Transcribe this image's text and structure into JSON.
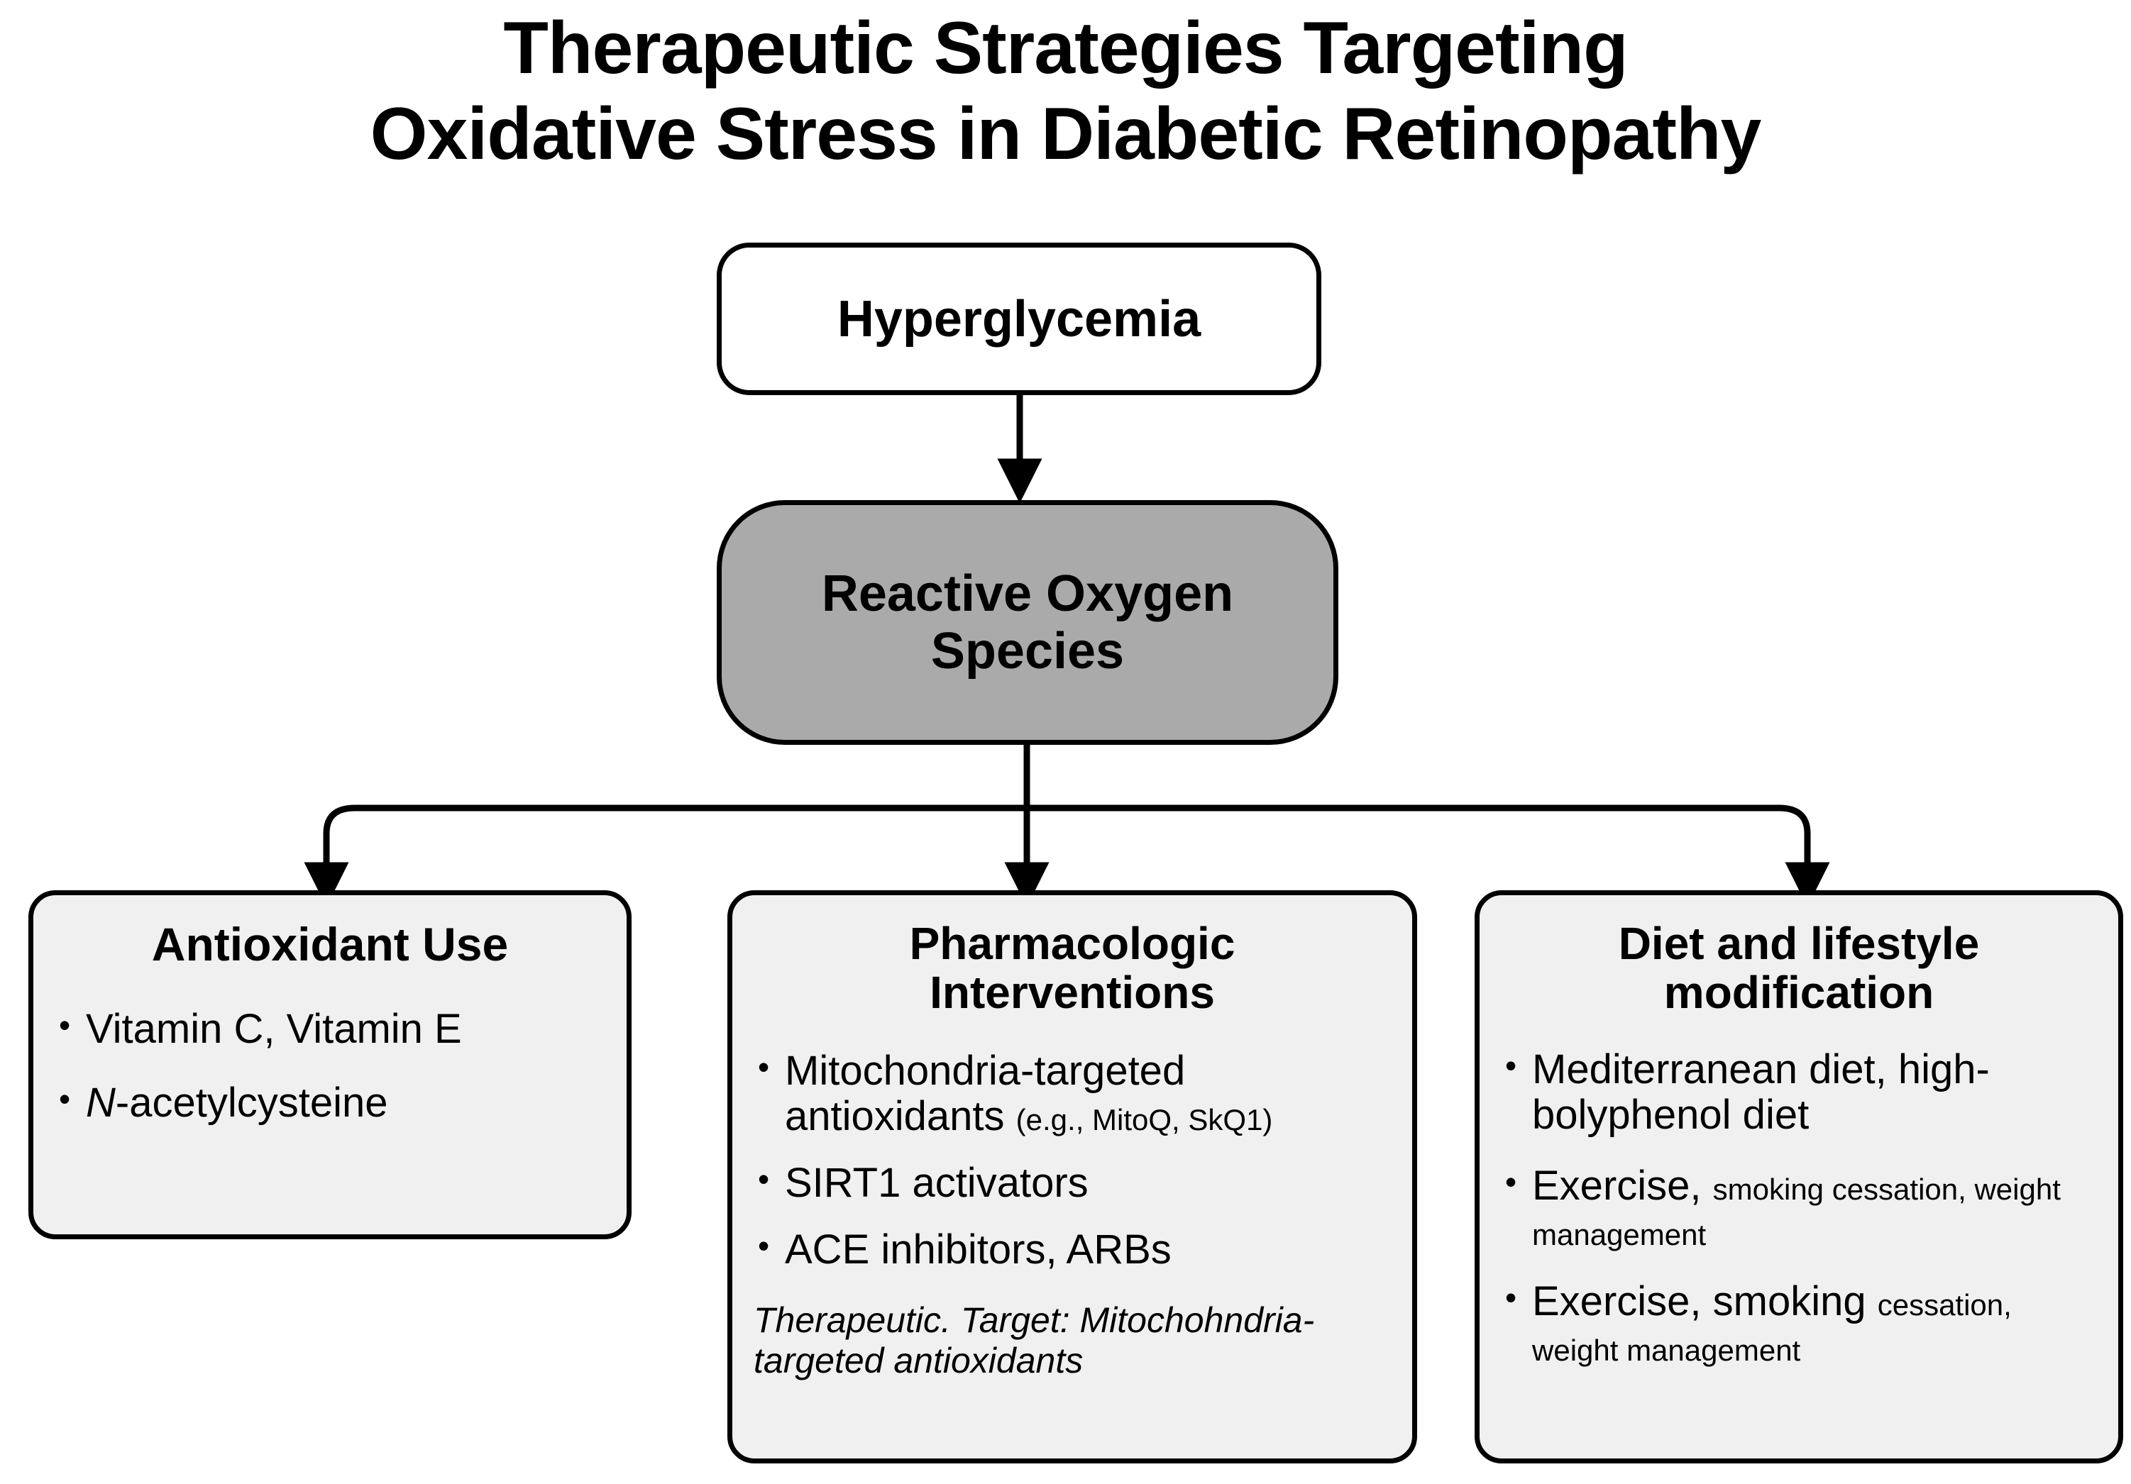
{
  "figure": {
    "title_line1": "Therapeutic Strategies Targeting",
    "title_line2": "Oxidative Stress in Diabetic Retinopathy"
  },
  "colors": {
    "stroke": "#000000",
    "ros_fill": "#aaaaaa",
    "leaf_fill": "#f0f0f0",
    "top_fill": "#ffffff",
    "background": "#ffffff"
  },
  "nodes": {
    "hyperglycemia": {
      "label": "Hyperglycemia"
    },
    "reactive_oxygen_species": {
      "label_line1": "Reactive Oxygen",
      "label_line2": "Species"
    },
    "antioxidant_use": {
      "title": "Antioxidant Use",
      "bullets": [
        {
          "text": "Vitamin C, Vitamin E"
        },
        {
          "italic_prefix": "N",
          "text": "-acetylcysteine"
        }
      ]
    },
    "pharmacologic_interventions": {
      "title_line1": "Pharmacologic",
      "title_line2": "Interventions",
      "bullets": [
        {
          "text": "Mitochondria-targeted antioxidants ",
          "small_suffix": "(e.g., MitoQ, SkQ1)"
        },
        {
          "text": "SIRT1 activators"
        },
        {
          "text": "ACE inhibitors,  ARBs"
        }
      ],
      "note": "Therapeutic. Target: Mitochohndria-targeted antioxidants"
    },
    "diet_and_lifestyle": {
      "title_line1": "Diet and lifestyle",
      "title_line2": "modification",
      "bullets": [
        {
          "text": "Mediterranean diet, high-bolyphenol diet"
        },
        {
          "text": "Exercise, ",
          "small_suffix": "smoking cessation, weight management"
        },
        {
          "text": "Exercise, smoking ",
          "small_suffix": "cessation, weight management"
        }
      ]
    }
  },
  "connectors": {
    "hyperglycemia_to_ros": "arrow-down",
    "ros_to_branch": "arrow-down-split-three",
    "branch_targets": [
      "antioxidant_use",
      "pharmacologic_interventions",
      "diet_and_lifestyle"
    ]
  }
}
